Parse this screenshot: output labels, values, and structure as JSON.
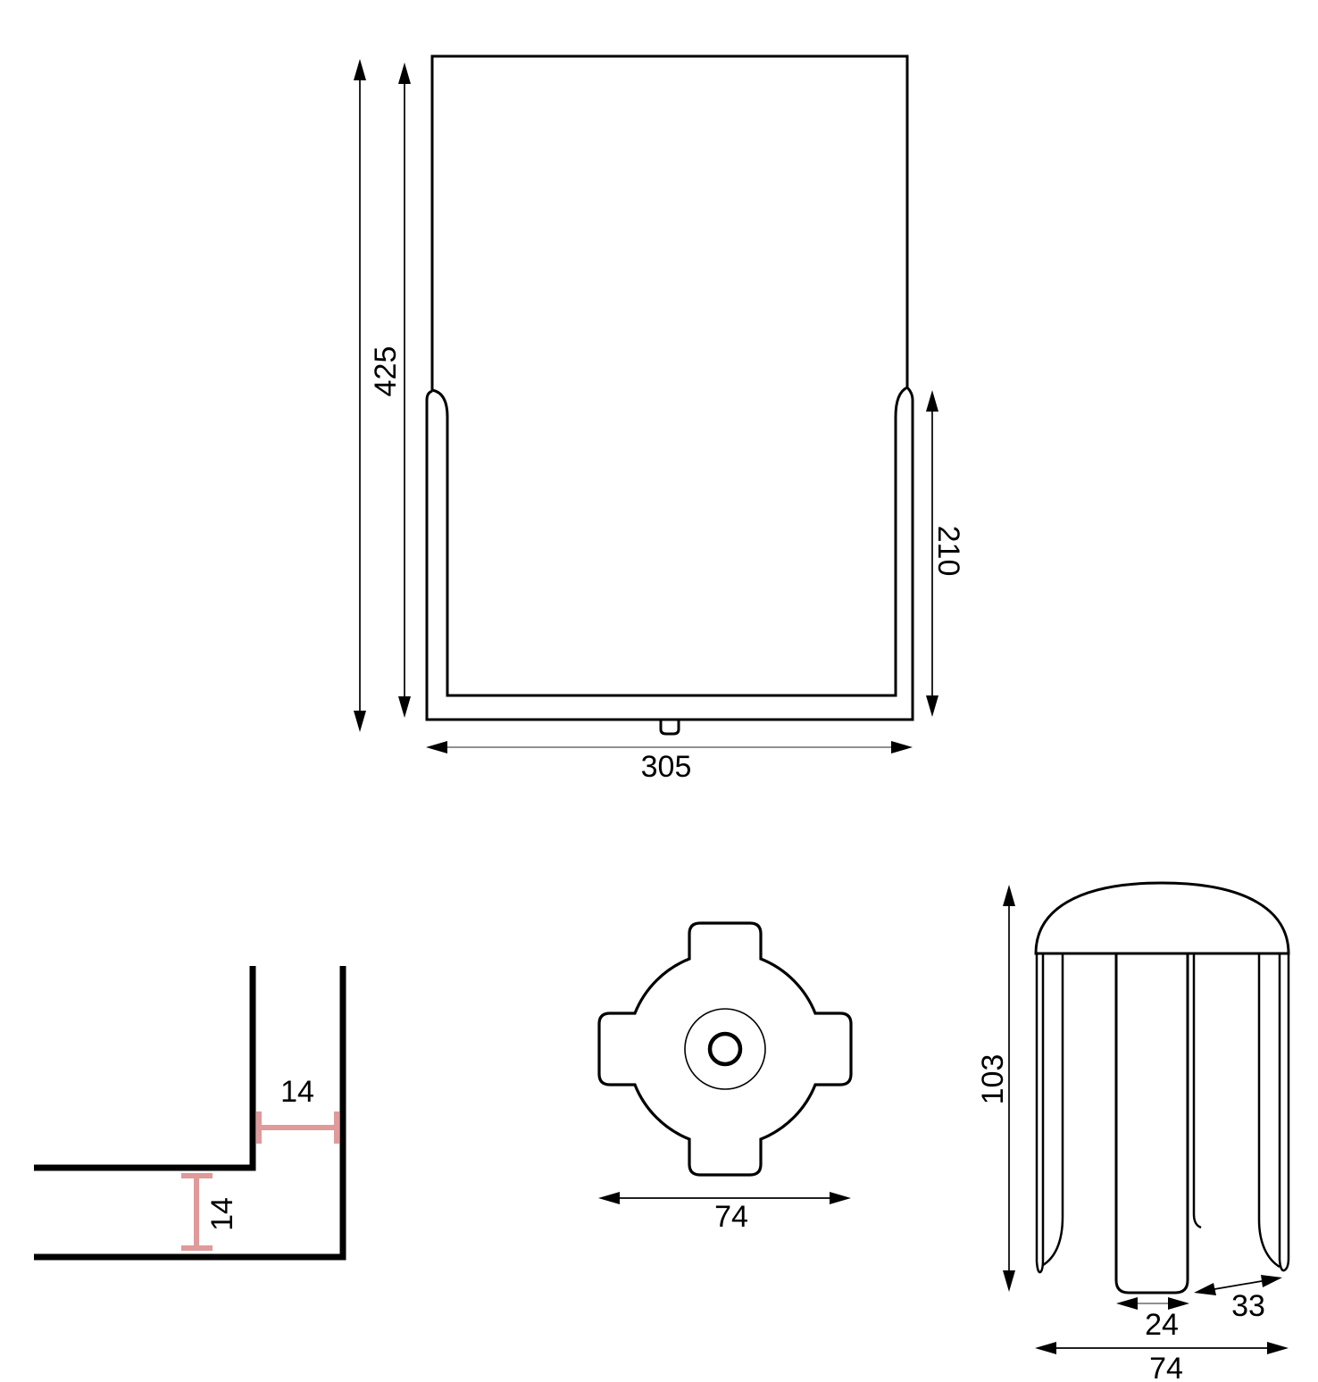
{
  "drawing": {
    "background": "#ffffff",
    "line_color": "#000000",
    "dim_line_gray": "#808080",
    "accent_color": "#e09a9a"
  },
  "front_view": {
    "height": "425",
    "pocket_height": "210",
    "width": "305"
  },
  "corner_detail": {
    "top_thickness": "14",
    "bottom_thickness": "14"
  },
  "foot_top_view": {
    "width": "74"
  },
  "foot_side_view": {
    "height": "103",
    "stem_width": "24",
    "leg_depth": "33",
    "width": "74"
  }
}
